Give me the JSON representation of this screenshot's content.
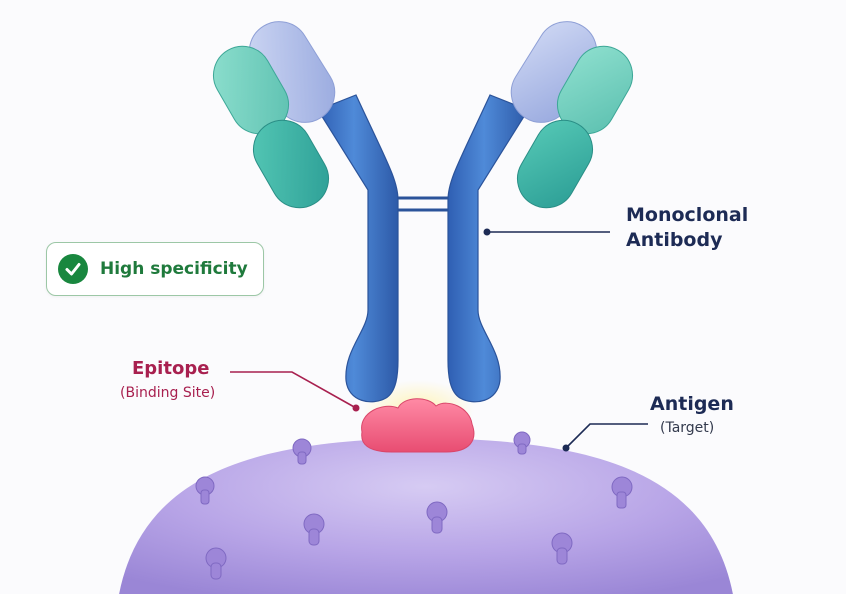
{
  "labels": {
    "antibody_line1": "Monoclonal",
    "antibody_line2": "Antibody",
    "antigen_title": "Antigen",
    "antigen_sub": "(Target)",
    "epitope_title": "Epitope",
    "epitope_sub": "(Binding Site)",
    "specificity_badge": "High specificity"
  },
  "colors": {
    "heavy_chain": "#3f74c9",
    "light_chain": "#3fb6a8",
    "variable_light": "#aab9e6",
    "antigen": "#b9a6e6",
    "epitope": "#f06a8c",
    "check": "#19873f",
    "callout_dark": "#1d2b55",
    "callout_epitope": "#a8204f"
  },
  "icons": {
    "badge_icon": "checkmark-circle-icon"
  }
}
